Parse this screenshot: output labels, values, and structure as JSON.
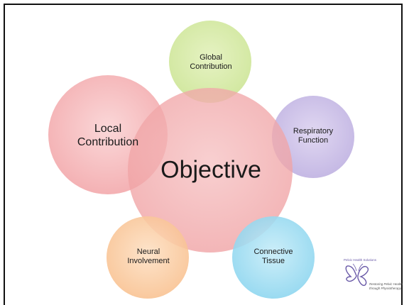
{
  "diagram": {
    "center": {
      "label": "Objective",
      "color": "#e8787a"
    },
    "nodes": [
      {
        "id": "global",
        "line1": "Global",
        "line2": "Contribution",
        "color": "#c6e08a"
      },
      {
        "id": "respiratory",
        "line1": "Respiratory",
        "line2": "Function",
        "color": "#b39ddb"
      },
      {
        "id": "connective",
        "line1": "Connective",
        "line2": "Tissue",
        "color": "#6cc7e8"
      },
      {
        "id": "neural",
        "line1": "Neural",
        "line2": "Involvement",
        "color": "#f7b57a"
      },
      {
        "id": "local",
        "line1": "Local",
        "line2": "Contribution",
        "color": "#f08e92"
      }
    ]
  },
  "logo": {
    "title": "Pelvic Health Solutions",
    "tagline1": "Restoring Pelvic Health",
    "tagline2": "through Physiotherapy",
    "color": "#6a5aa8"
  }
}
